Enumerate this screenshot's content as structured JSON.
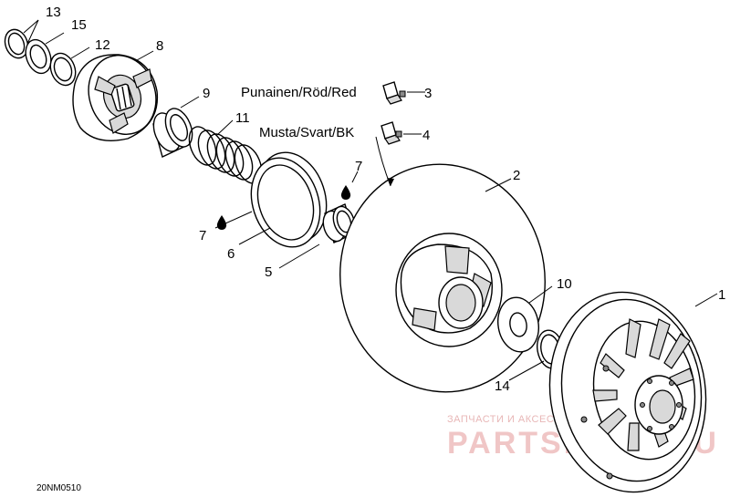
{
  "callouts": {
    "c1": "1",
    "c2": "2",
    "c3": "3",
    "c4": "4",
    "c5": "5",
    "c6": "6",
    "c7a": "7",
    "c7b": "7",
    "c8": "8",
    "c9": "9",
    "c10": "10",
    "c11": "11",
    "c12": "12",
    "c13": "13",
    "c14": "14",
    "c15": "15"
  },
  "color_labels": {
    "red": "Punainen/Röd/Red",
    "black": "Musta/Svart/BK"
  },
  "drawing_code": "20NM0510",
  "watermark": {
    "tagline": "ЗАПЧАСТИ И АКСЕССУАРЫ ДЛЯ МОТОТЕХНИКИ",
    "brand": "PARTSPORT.RU"
  }
}
